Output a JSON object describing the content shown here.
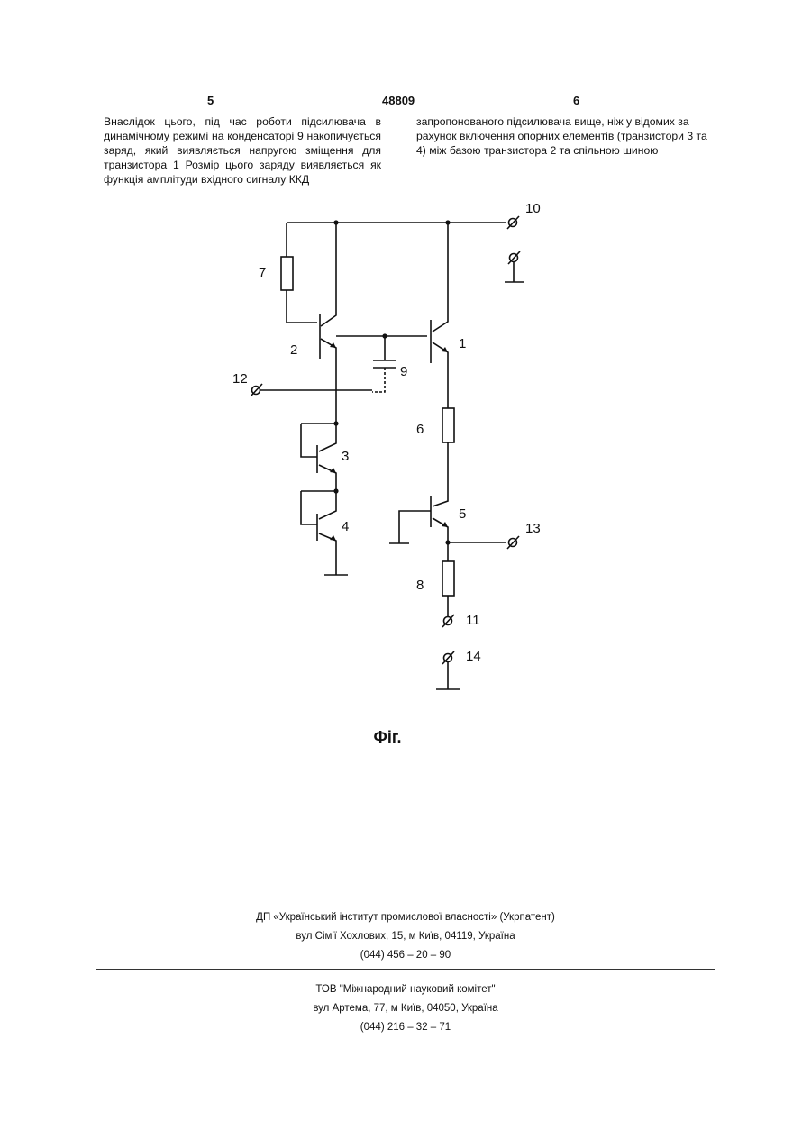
{
  "header": {
    "left_page": "5",
    "patent_number": "48809",
    "right_page": "6"
  },
  "columns": {
    "left_text": "Внаслідок цього, під час роботи підсилювача в динамічному режимі на конденсаторі 9 накопичується заряд, який виявляється напругою зміщення для транзистора 1 Розмір цього заряду виявляється як функція амплітуди вхідного сигналу ККД",
    "right_text": "запропонованого підсилювача вище, ніж у відомих за рахунок включення опорних елементів (транзистори 3 та 4) між базою транзистора 2 та спільною шиною"
  },
  "schematic_labels": {
    "r7": "7",
    "q2": "2",
    "q1": "1",
    "c9": "9",
    "in12": "12",
    "q3": "3",
    "q4": "4",
    "r6": "6",
    "q5": "5",
    "out13": "13",
    "r8": "8",
    "t11": "11",
    "t14": "14",
    "t10": "10"
  },
  "figure_caption": "Фіг.",
  "footer": {
    "org1_name": "ДП «Український інститут промислової власності» (Укрпатент)",
    "org1_address": "вул Сім'ї Хохлових, 15, м Київ, 04119, Україна",
    "org1_phone": "(044) 456 – 20 – 90",
    "org2_name": "ТОВ \"Міжнародний науковий комітет\"",
    "org2_address": "вул Артема, 77, м Київ, 04050, Україна",
    "org2_phone": "(044) 216 – 32 – 71"
  }
}
